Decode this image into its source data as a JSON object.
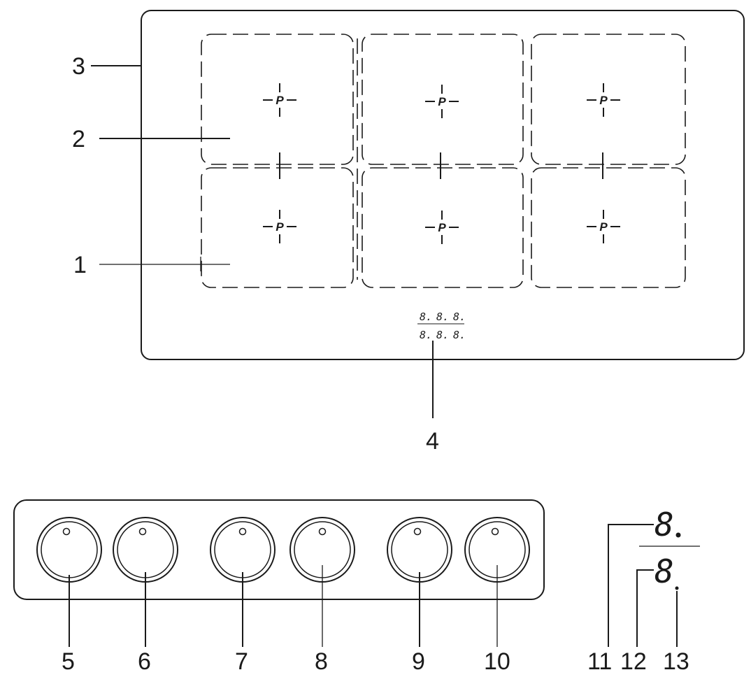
{
  "callouts": {
    "c1": "1",
    "c2": "2",
    "c3": "3",
    "c4": "4",
    "c5": "5",
    "c6": "6",
    "c7": "7",
    "c8": "8",
    "c9": "9",
    "c10": "10",
    "c11": "11",
    "c12": "12",
    "c13": "13"
  },
  "zone_marker": "P",
  "display": {
    "digit": "8",
    "digit_dot": "8."
  },
  "colors": {
    "line": "#1a1a1a",
    "background": "#ffffff"
  }
}
